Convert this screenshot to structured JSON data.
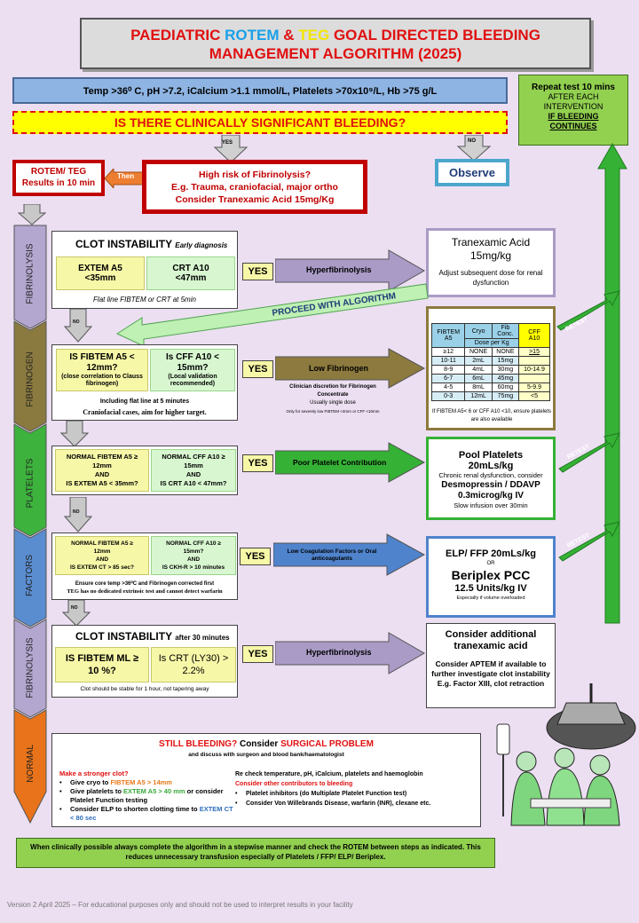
{
  "title": {
    "line1_a": "PAEDIATRIC ",
    "line1_b": "ROTEM",
    "line1_c": " & ",
    "line1_d": "TEG",
    "line1_e": " GOAL DIRECTED BLEEDING",
    "line2": "MANAGEMENT ALGORITHM (2025)"
  },
  "targets": "Temp >36⁰ C, pH >7.2, iCalcium >1.1 mmol/L, Platelets >70x10⁹/L, Hb >75 g/L",
  "question": "IS THERE CLINICALLY SIGNIFICANT BLEEDING?",
  "repeat": {
    "title": "Repeat test 10 mins",
    "line1": "AFTER EACH",
    "line2": "INTERVENTION",
    "line3": "IF BLEEDING",
    "line4": "CONTINUES"
  },
  "yes_small": "YES",
  "no_small": "NO",
  "observe": "Observe",
  "rotem_box": {
    "line1": "ROTEM/ TEG",
    "line2": "Results in 10 min"
  },
  "then": "Then",
  "fibrinolysis_risk": {
    "line1": "High risk of Fibrinolysis?",
    "line2": "E.g. Trauma, craniofacial, major ortho",
    "line3": "Consider Tranexamic Acid 15mg/Kg"
  },
  "tabs": {
    "fibrinolysis1": "FIBRINOLYSIS",
    "fibrinogen": "FIBRINOGEN",
    "platelets": "PLATELETS",
    "factors": "FACTORS",
    "fibrinolysis2": "FIBRINOLYSIS",
    "normal": "NORMAL"
  },
  "row1": {
    "title": "CLOT INSTABILITY",
    "title_sub": "Early diagnosis",
    "left": "EXTEM A5\n<35mm",
    "right": "CRT A10\n<47mm",
    "note": "Flat line FIBTEM or CRT at 5min",
    "yes": "YES",
    "arrow": "Hyperfibrinolysis",
    "result_title": "Tranexamic Acid\n15mg/kg",
    "result_note": "Adjust subsequent dose for renal dysfunction"
  },
  "proceed": "PROCEED WITH ALGORITHM",
  "row2": {
    "left_title": "IS FIBTEM A5 <\n12mm?",
    "left_note": "(close correlation to Clauss fibrinogen)",
    "right_title": "Is CFF A10 <\n15mm?",
    "right_note": "(Local validation recommended)",
    "note1": "Including flat line at 5 minutes",
    "note2": "Craniofacial cases, aim for higher target.",
    "yes": "YES",
    "arrow": "Low Fibrinogen",
    "arrow_note1": "Clinician discretion for Fibrinogen Concentrate",
    "arrow_note2": "Usually single dose",
    "arrow_note3": "Only for severely low FIBTEM <4mm or CFF <10mm",
    "table_head": [
      "FIBTEM\nA5",
      "Cryo",
      "Fib\nConc.",
      "CFF\nA10"
    ],
    "table_sub": "Dose per Kg",
    "table_rows": [
      [
        "≥12",
        "NONE",
        "NONE",
        ">15"
      ],
      [
        "10-11",
        "2mL",
        "15mg",
        ""
      ],
      [
        "8-9",
        "4mL",
        "30mg",
        "10-14.9"
      ],
      [
        "6-7",
        "6mL",
        "45mg",
        ""
      ],
      [
        "4-5",
        "8mL",
        "60mg",
        "5-9.9"
      ],
      [
        "0-3",
        "12mL",
        "75mg",
        "<5"
      ]
    ],
    "table_note": "If FIBTEM A5< 6 or CFF A10 <10, ensure platelets are also available"
  },
  "row3": {
    "left": "NORMAL FIBTEM A5 ≥\n12mm\nAND\nIS EXTEM A5 < 35mm?",
    "right": "NORMAL CFF A10 ≥\n15mm\nAND\nIS CRT A10 < 47mm?",
    "yes": "YES",
    "arrow": "Poor Platelet Contribution",
    "result1": "Pool Platelets",
    "result2": "20mLs/kg",
    "result3": "Chronic renal dysfunction, consider",
    "result4": "Desmopressin / DDAVP",
    "result5": "0.3microg/kg IV",
    "result6": "Slow infusion over 30min"
  },
  "row4": {
    "left": "NORMAL FIBTEM A5 ≥\n12mm\nAND\nIS EXTEM CT > 85 sec?",
    "right": "NORMAL CFF A10 ≥\n15mm?\nAND\nIS CKH-R > 10 minutes",
    "note1": "Ensure core temp >36⁰C and Fibrinogen corrected first",
    "note2": "TEG has no dedicated extrinsic test and cannot detect warfarin",
    "yes": "YES",
    "arrow": "Low Coagulation Factors or Oral anticoagulants",
    "result1": "ELP/ FFP 20mLs/kg",
    "result2": "OR",
    "result3": "Beriplex PCC",
    "result4": "12.5 Units/kg IV",
    "result5": "Especially if volume overloaded"
  },
  "row5": {
    "title": "CLOT INSTABILITY",
    "title_sub": "after 30 minutes",
    "left": "IS FIBTEM ML ≥\n10 %?",
    "right": "Is CRT (LY30) >\n2.2%",
    "note": "Clot should be stable for 1 hour, not tapering away",
    "yes": "YES",
    "arrow": "Hyperfibrinolysis",
    "result1": "Consider additional tranexamic acid",
    "result2": "Consider APTEM if available to further investigate clot instability",
    "result3": "E.g. Factor XIII, clot retraction"
  },
  "retest": "RETEST",
  "normal_box": {
    "title_a": "STILL BLEEDING?",
    "title_b": " Consider ",
    "title_c": "SURGICAL PROBLEM",
    "subtitle": "and discuss with surgeon and blood bank/haematologist",
    "left_title": "Make a stronger clot?",
    "left_b1_a": "Give cryo to ",
    "left_b1_b": "FIBTEM A5 > 14mm",
    "left_b2_a": "Give platelets to ",
    "left_b2_b": "EXTEM A5 > 40 mm",
    "left_b2_c": " or consider Platelet Function testing",
    "left_b3_a": "Consider ELP to shorten clotting time to ",
    "left_b3_b": "EXTEM CT < 80 sec",
    "right_line1": "Re check temperature, pH, iCalcium, platelets and haemoglobin",
    "right_title": "Consider other contributors to bleeding",
    "right_b1": "Platelet inhibitors (do Multiplate Platelet Function test)",
    "right_b2": "Consider Von Willebrands Disease, warfarin (INR), clexane etc."
  },
  "footer_box": "When clinically possible always complete the algorithm in a stepwise manner and check the ROTEM between steps as indicated. This reduces unnecessary transfusion especially of Platelets / FFP/ ELP/ Beriplex.",
  "version": "Version 2 April 2025 – For educational purposes only and should not be used to interpret results in your facility",
  "colors": {
    "red": "#e01010",
    "green_arrow": "#35b135",
    "purple_arrow": "#a99bc6",
    "olive_arrow": "#8c7a3e",
    "blue_arrow": "#4f83cc",
    "observe_blue": "#4ca6cc"
  }
}
